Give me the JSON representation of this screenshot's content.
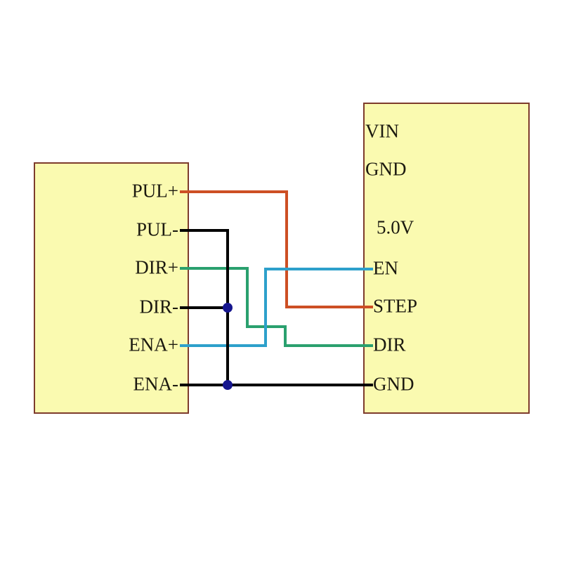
{
  "diagram": {
    "background_color": "#ffffff",
    "box_fill": "#fafab0",
    "box_border_color": "#7d3b2c",
    "label_color": "#1c1a10",
    "junction_color": "#16168e"
  },
  "left_box": {
    "pins": [
      {
        "label": "PUL+"
      },
      {
        "label": "PUL-"
      },
      {
        "label": "DIR+"
      },
      {
        "label": "DIR-"
      },
      {
        "label": "ENA+"
      },
      {
        "label": "ENA-"
      }
    ]
  },
  "right_box": {
    "pins": [
      {
        "label": "VIN"
      },
      {
        "label": "GND"
      },
      {
        "label": "5.0V"
      },
      {
        "label": "EN"
      },
      {
        "label": "STEP"
      },
      {
        "label": "DIR"
      },
      {
        "label": "GND"
      }
    ]
  },
  "connections": [
    {
      "from": "PUL+",
      "to": "STEP",
      "color": "#cd4f24"
    },
    {
      "from": "DIR+",
      "to": "DIR",
      "color": "#2aa06e"
    },
    {
      "from": "ENA+",
      "to": "EN",
      "color": "#2da0cb"
    },
    {
      "from": "PUL-, DIR-, ENA-",
      "to": "GND",
      "color": "#010101"
    }
  ]
}
